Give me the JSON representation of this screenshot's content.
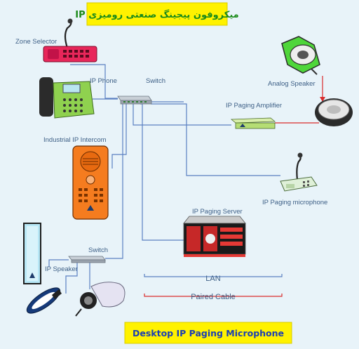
{
  "header": {
    "title": "میکروفون پیجینگ صنعتی رومیزی IP"
  },
  "footer": {
    "title": "Desktop IP Paging Microphone"
  },
  "labels": {
    "zone_selector": "Zone Selector",
    "ip_phone": "IP Phone",
    "switch_top": "Switch",
    "analog_speaker": "Analog Speaker",
    "ip_paging_amplifier": "IP Paging  Amplifier",
    "industrial_ip_intercom": "Industrial IP Intercom",
    "ip_paging_microphone": "IP Paging microphone",
    "ip_paging_server": "IP Paging Server",
    "switch_bottom": "Switch",
    "ip_speaker": "IP Speaker"
  },
  "legend": {
    "lan": "LAN",
    "paired_cable": "Paired Cable"
  },
  "colors": {
    "background": "#e8f3f9",
    "title_box": "#fff200",
    "title_text": "#1a8a1a",
    "footer_text": "#1b3fb4",
    "lan_line": "#5b80c2",
    "paired_line": "#d92b2b",
    "label_text": "#3d5f86"
  }
}
